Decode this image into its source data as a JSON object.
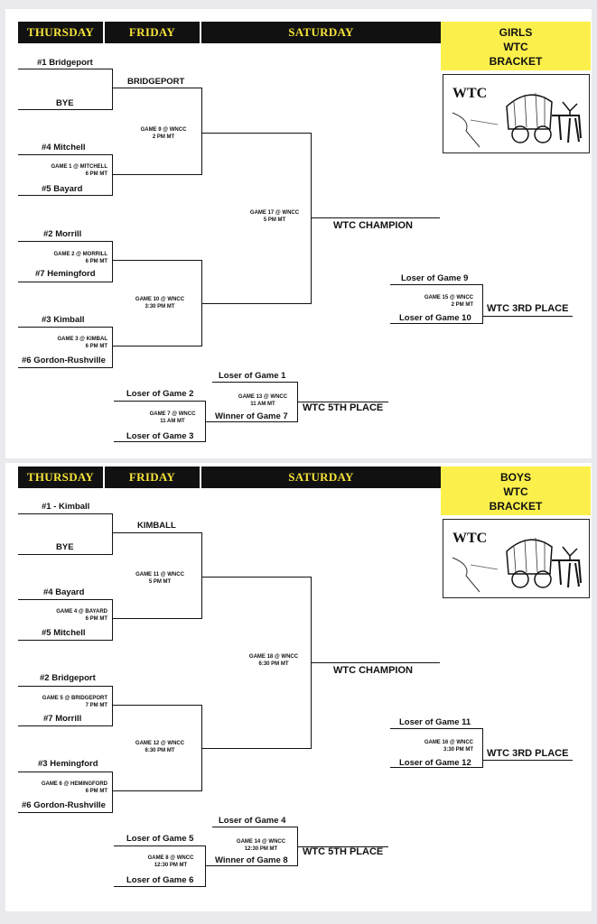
{
  "brackets": [
    {
      "headers": {
        "thursday": "THURSDAY",
        "friday": "FRIDAY",
        "saturday": "SATURDAY"
      },
      "title": [
        "GIRLS",
        "WTC",
        "BRACKET"
      ],
      "logo_text": "WTC",
      "teams": {
        "seed1": "#1 Bridgeport",
        "bye": "BYE",
        "seed4": "#4 Mitchell",
        "seed5": "#5 Bayard",
        "seed2": "#2 Morrill",
        "seed7": "#7 Hemingford",
        "seed3": "#3 Kimball",
        "seed6": "#6 Gordon-Rushville"
      },
      "first_round_games": {
        "g_a": [
          "GAME 1 @ MITCHELL",
          "6 PM MT"
        ],
        "g_b": [
          "GAME 2 @ MORRILL",
          "6 PM MT"
        ],
        "g_c": [
          "GAME 3 @ KIMBAL",
          "6 PM MT"
        ]
      },
      "friday": {
        "advance": "BRIDGEPORT",
        "semi_top": [
          "GAME 9 @ WNCC",
          "2 PM MT"
        ],
        "semi_bot": [
          "GAME 10 @ WNCC",
          "3:30 PM MT"
        ]
      },
      "final": {
        "game": [
          "GAME 17 @ WNCC",
          "5 PM MT"
        ],
        "label": "WTC CHAMPION"
      },
      "third": {
        "top": "Loser of Game 9",
        "bottom": "Loser of Game 10",
        "game": [
          "GAME 15 @ WNCC",
          "2 PM MT"
        ],
        "label": "WTC 3RD PLACE"
      },
      "fifth": {
        "cons_top": "Loser of Game 2",
        "cons_bot": "Loser of Game 3",
        "cons_game": [
          "GAME 7 @ WNCC",
          "11 AM MT"
        ],
        "top": "Loser of Game 1",
        "bottom": "Winner of Game 7",
        "game": [
          "GAME 13 @ WNCC",
          "11 AM MT"
        ],
        "label": "WTC 5TH PLACE"
      }
    },
    {
      "headers": {
        "thursday": "THURSDAY",
        "friday": "FRIDAY",
        "saturday": "SATURDAY"
      },
      "title": [
        "BOYS",
        "WTC",
        "BRACKET"
      ],
      "logo_text": "WTC",
      "teams": {
        "seed1": "#1 - Kimball",
        "bye": "BYE",
        "seed4": "#4 Bayard",
        "seed5": "#5 Mitchell",
        "seed2": "#2 Bridgeport",
        "seed7": "#7 Morrill",
        "seed3": "#3 Hemingford",
        "seed6": "#6 Gordon-Rushville"
      },
      "first_round_games": {
        "g_a": [
          "GAME 4 @ BAYARD",
          "6 PM MT"
        ],
        "g_b": [
          "GAME 5 @ BRIDGEPORT",
          "7 PM MT"
        ],
        "g_c": [
          "GAME 6 @ HEMINGFORD",
          "6 PM MT"
        ]
      },
      "friday": {
        "advance": "KIMBALL",
        "semi_top": [
          "GAME 11 @ WNCC",
          "5 PM MT"
        ],
        "semi_bot": [
          "GAME 12 @ WNCC",
          "6:30 PM MT"
        ]
      },
      "final": {
        "game": [
          "GAME 18 @ WNCC",
          "6:30 PM MT"
        ],
        "label": "WTC CHAMPION"
      },
      "third": {
        "top": "Loser of Game 11",
        "bottom": "Loser of Game 12",
        "game": [
          "GAME 16 @ WNCC",
          "3:30 PM MT"
        ],
        "label": "WTC 3RD PLACE"
      },
      "fifth": {
        "cons_top": "Loser of Game 5",
        "cons_bot": "Loser of Game 6",
        "cons_game": [
          "GAME 8 @ WNCC",
          "12:30 PM MT"
        ],
        "top": "Loser of Game 4",
        "bottom": "Winner of Game 8",
        "game": [
          "GAME 14 @ WNCC",
          "12:30 PM MT"
        ],
        "label": "WTC 5TH PLACE"
      }
    }
  ]
}
